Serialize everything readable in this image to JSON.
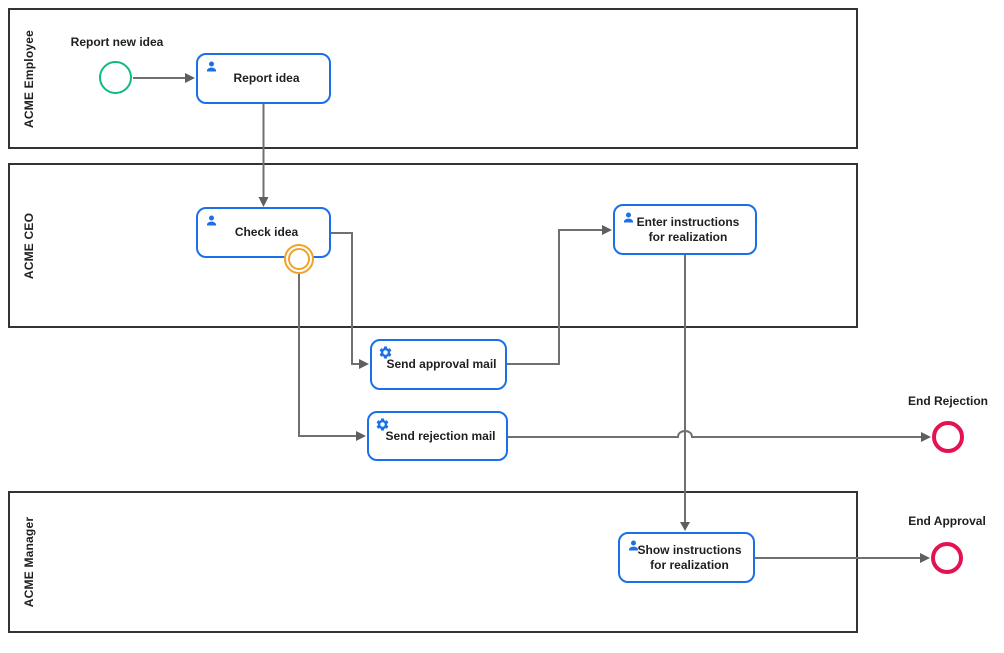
{
  "diagram": {
    "kind": "bpmn-process",
    "lanes": [
      {
        "label": "ACME Employee"
      },
      {
        "label": "ACME CEO"
      },
      {
        "label": "ACME Manager"
      }
    ],
    "tasks": {
      "report_idea": {
        "label": "Report idea",
        "type": "user-task"
      },
      "check_idea": {
        "label": "Check idea",
        "type": "user-task"
      },
      "enter_instructions": {
        "label": "Enter instructions for realization",
        "type": "user-task"
      },
      "send_approval": {
        "label": "Send approval mail",
        "type": "service-task"
      },
      "send_rejection": {
        "label": "Send rejection mail",
        "type": "service-task"
      },
      "show_instructions": {
        "label": "Show instructions for realization",
        "type": "user-task"
      }
    },
    "events": {
      "start": {
        "label": "Report new idea",
        "type": "start-event",
        "color": "#10b981"
      },
      "boundary": {
        "label": "",
        "type": "boundary-event",
        "color": "#f0a32a"
      },
      "end_rejection": {
        "label": "End Rejection",
        "type": "end-event",
        "color": "#e4134f"
      },
      "end_approval": {
        "label": "End Approval",
        "type": "end-event",
        "color": "#e4134f"
      }
    },
    "flows": [
      {
        "from": "start",
        "to": "report_idea"
      },
      {
        "from": "report_idea",
        "to": "check_idea"
      },
      {
        "from": "check_idea",
        "to": "send_approval"
      },
      {
        "from": "check_idea.boundary",
        "to": "send_rejection"
      },
      {
        "from": "send_approval",
        "to": "enter_instructions"
      },
      {
        "from": "enter_instructions",
        "to": "show_instructions"
      },
      {
        "from": "send_rejection",
        "to": "end_rejection"
      },
      {
        "from": "show_instructions",
        "to": "end_approval"
      }
    ],
    "colors": {
      "task_border": "#1a70e8",
      "task_icon": "#1a70e8",
      "start_event": "#10b981",
      "boundary_event": "#f0a32a",
      "end_event": "#e4134f",
      "flow_line": "#707070",
      "lane_border": "#333333",
      "text": "#1f1f1f",
      "background": "#ffffff"
    }
  }
}
